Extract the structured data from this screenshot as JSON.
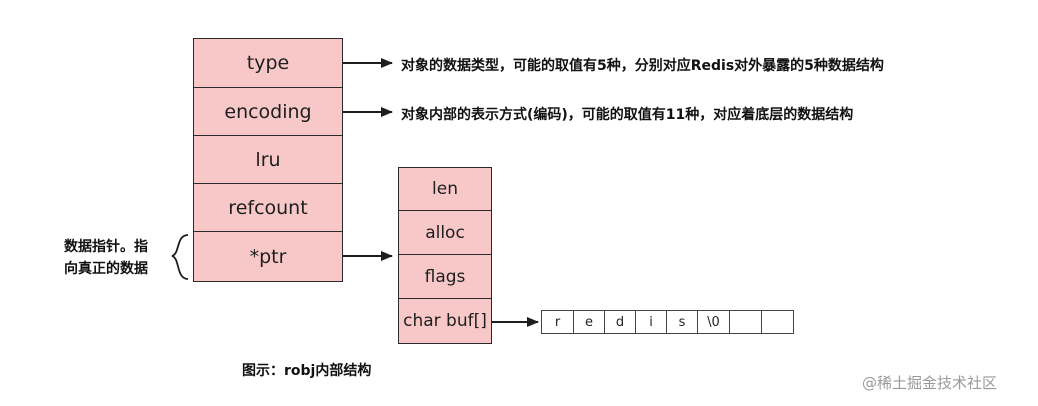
{
  "robj": {
    "fields": [
      "type",
      "encoding",
      "lru",
      "refcount",
      "*ptr"
    ]
  },
  "sds": {
    "fields": [
      "len",
      "alloc",
      "flags",
      "char buf[]"
    ]
  },
  "buf": {
    "cells": [
      "r",
      "e",
      "d",
      "i",
      "s",
      "\\0",
      "",
      ""
    ]
  },
  "annotations": {
    "type_desc": "对象的数据类型，可能的取值有5种，分别对应Redis对外暴露的5种数据结构",
    "encoding_desc": "对象内部的表示方式(编码)，可能的取值有11种，对应着底层的数据结构",
    "ptr_desc_line1": "数据指针。指",
    "ptr_desc_line2": "向真正的数据"
  },
  "caption": "图示：robj内部结构",
  "watermark": "@稀土掘金技术社区",
  "colors": {
    "cell_fill": "#f8c8c8",
    "border": "#2a2a2a"
  }
}
